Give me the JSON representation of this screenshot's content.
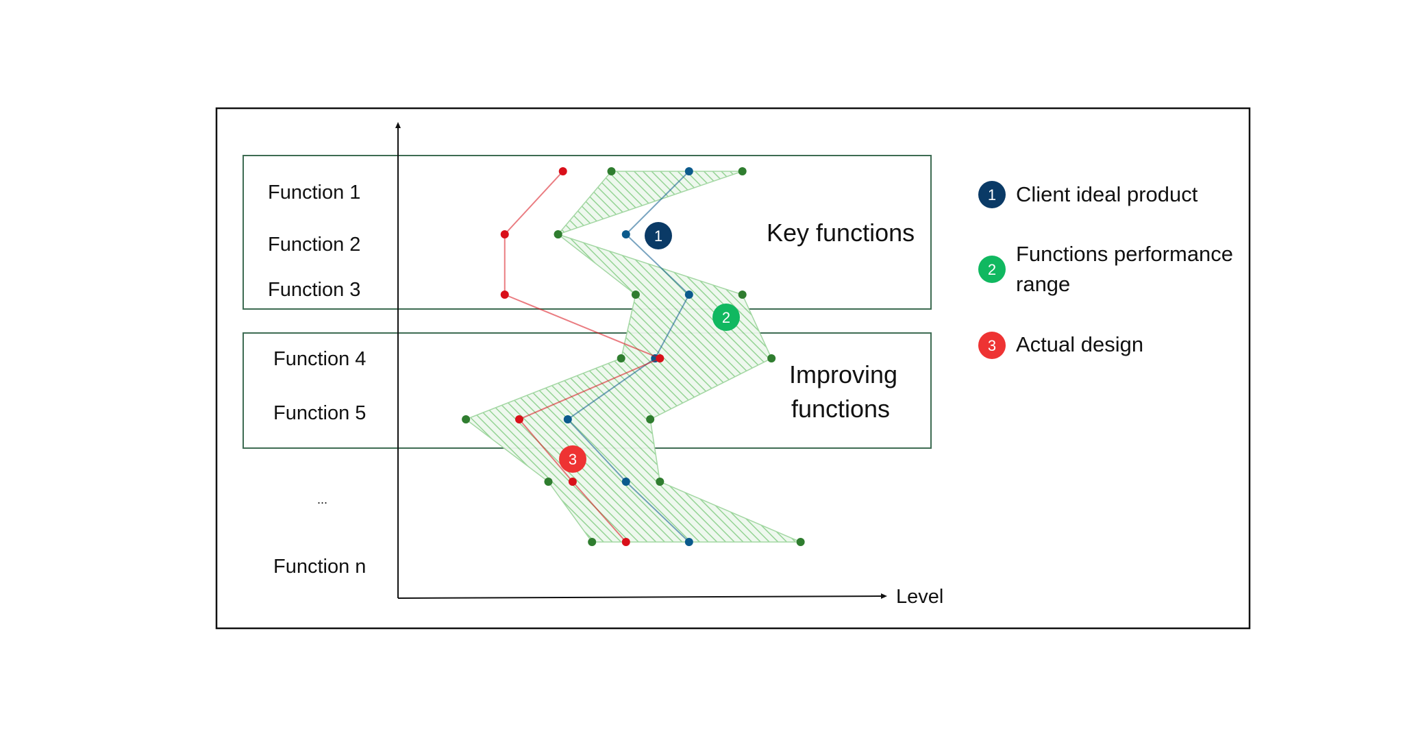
{
  "functions": [
    {
      "label": "Function 1"
    },
    {
      "label": "Function 2"
    },
    {
      "label": "Function 3"
    },
    {
      "label": "Function 4"
    },
    {
      "label": "Function 5"
    },
    {
      "label": "..."
    },
    {
      "label": "Function n"
    }
  ],
  "groups": {
    "key": {
      "label": "Key functions"
    },
    "improving": {
      "line1": "Improving",
      "line2": "functions"
    }
  },
  "axis": {
    "x_label": "Level"
  },
  "series": {
    "ideal": {
      "color": "#0b5a8c",
      "levels": [
        0.6,
        0.47,
        0.6,
        0.53,
        0.35,
        0.47,
        0.6
      ]
    },
    "actual": {
      "color": "#d9101a",
      "levels": [
        0.34,
        0.22,
        0.22,
        0.54,
        0.25,
        0.36,
        0.47
      ]
    },
    "range": {
      "color": "#2f7d2f",
      "fill": "#8fd18f",
      "min": [
        0.44,
        0.33,
        0.49,
        0.46,
        0.14,
        0.31,
        0.4
      ],
      "max": [
        0.71,
        0.33,
        0.71,
        0.77,
        0.52,
        0.54,
        0.83
      ]
    }
  },
  "badges": {
    "one": {
      "num": "1",
      "color": "#0a3a66"
    },
    "two": {
      "num": "2",
      "color": "#10b860"
    },
    "three": {
      "num": "3",
      "color": "#ee3333"
    }
  },
  "legend": [
    {
      "num": "1",
      "color": "#0a3a66",
      "line1": "Client ideal product",
      "line2": ""
    },
    {
      "num": "2",
      "color": "#10b860",
      "line1": "Functions performance",
      "line2": "range"
    },
    {
      "num": "3",
      "color": "#ee3333",
      "line1": "Actual design",
      "line2": ""
    }
  ]
}
